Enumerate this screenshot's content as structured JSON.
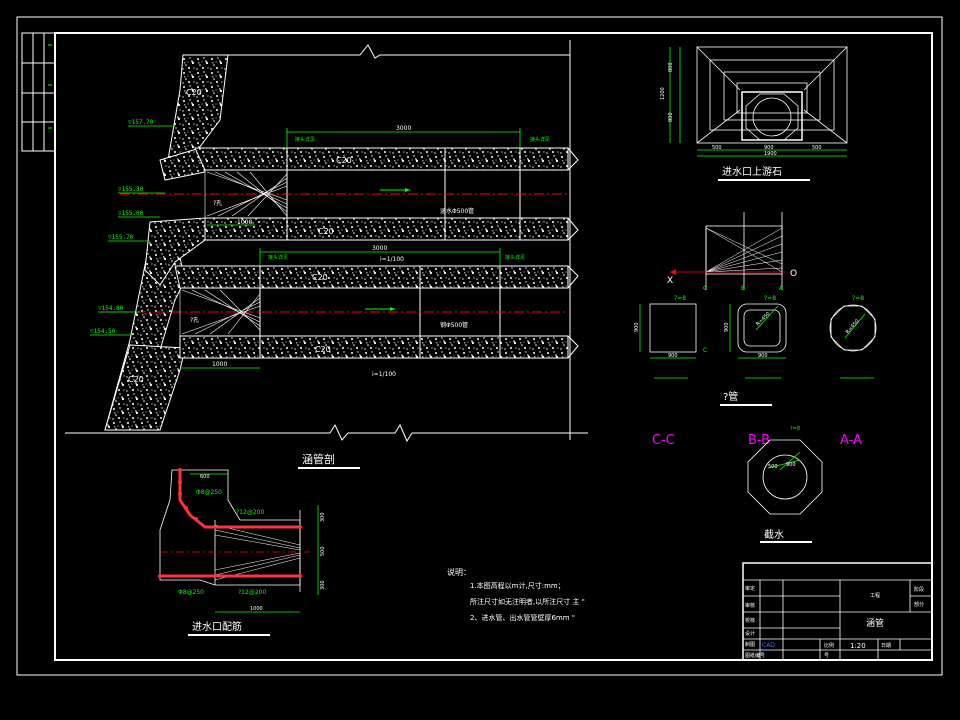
{
  "colors": {
    "background": "#000000",
    "line": "#ffffff",
    "dimension": "#00ff00",
    "axis": "#ff0000",
    "section_label": "#ff00ff",
    "rebar": "#ff3333",
    "table_blue": "#3a6cff"
  },
  "main_section": {
    "title": "涵管剖",
    "concrete_grade": "C20",
    "elevations": [
      "▽157.70",
      "▽155.30",
      "▽155.00",
      "▽155.70",
      "▽154.80",
      "▽154.50"
    ],
    "dim_length": "3000",
    "dim_inlet": "1000",
    "slope": "i=1/100",
    "pipe_label": "涵水Φ500管",
    "pipe_label_2": "钢Φ500管",
    "side_text_1": "?孔",
    "side_text_2": "?孔",
    "joint_text": "接头详见"
  },
  "inlet_plan": {
    "title": "进水口上游石",
    "dim_h1": "800",
    "dim_h2": "1200",
    "dim_h3": "800",
    "dim_w1": "500",
    "dim_w2": "900",
    "dim_w3": "500",
    "dim_total": "1900"
  },
  "pipe_detail": {
    "title": "?管",
    "label_x": "X",
    "label_o": "O",
    "label_c": "C",
    "label_b": "B",
    "label_a": "A",
    "t1": "?=8",
    "t2": "?=8",
    "t3": "?=8",
    "dim1": "900",
    "dim2": "900",
    "dim3": "900",
    "r_label": "R=450"
  },
  "section_labels": {
    "cc": "C-C",
    "bb": "B-B",
    "aa": "A-A"
  },
  "collar": {
    "title": "截水",
    "t": "?=8",
    "d1": "500",
    "d2": "900"
  },
  "rebar": {
    "title": "进水口配筋",
    "top_label": "Φ8@250",
    "mid_label": "?12@200",
    "bot_label": "Φ8@250",
    "bot_label_2": "?12@200",
    "dim_a": "300",
    "dim_b": "500",
    "dim_c": "300",
    "dim_bottom": "1000",
    "dim_top": "600"
  },
  "notes": {
    "heading": "说明：",
    "line1": "1.本图高程以m计,尺寸:mm；",
    "line2": "所注尺寸如无注明者,以所注尺寸 主 \"",
    "line3": "2、进水管、出水管管壁厚6mm \""
  },
  "title_block": {
    "r1": "审定",
    "r2": "审核",
    "r3": "校核",
    "r4": "设计",
    "r5": "制图",
    "r6": "图纸编号",
    "project": "工程",
    "drawing_name": "涵管",
    "phase": "阶段",
    "part": "部分",
    "scale_label": "比例",
    "scale": "1:20",
    "date_label": "日期",
    "software": "CAD",
    "number_label": "号"
  }
}
